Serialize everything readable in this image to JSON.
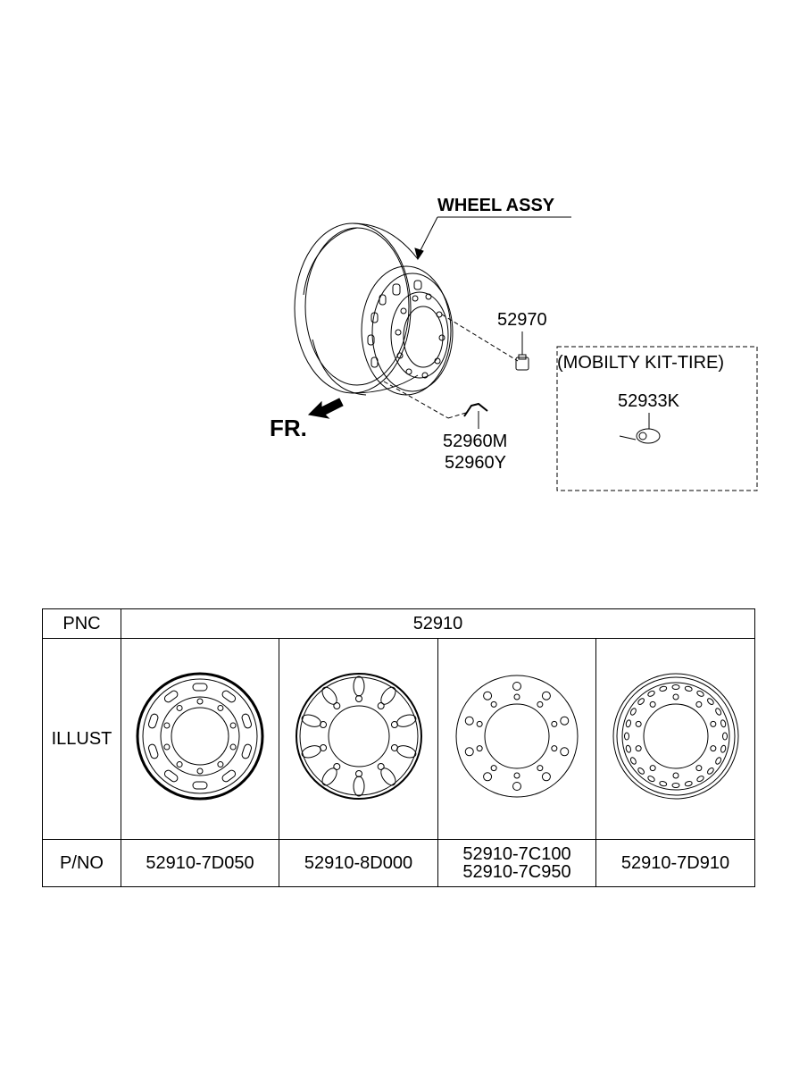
{
  "diagram": {
    "wheel_assy_label": "WHEEL ASSY",
    "part_52970": "52970",
    "mobility_kit_label": "(MOBILTY KIT-TIRE)",
    "part_52933K": "52933K",
    "fr_label": "FR.",
    "part_52960M": "52960M",
    "part_52960Y": "52960Y"
  },
  "table": {
    "pnc_header": "PNC",
    "pnc_value": "52910",
    "illust_header": "ILLUST",
    "pno_header": "P/NO",
    "part_numbers": [
      [
        "52910-7D050"
      ],
      [
        "52910-8D000"
      ],
      [
        "52910-7C100",
        "52910-7C950"
      ],
      [
        "52910-7D910"
      ]
    ],
    "illustrations": [
      "wheel-style-oval-slots-icon",
      "wheel-style-large-slots-icon",
      "wheel-style-round-holes-icon",
      "wheel-style-many-holes-icon"
    ]
  }
}
